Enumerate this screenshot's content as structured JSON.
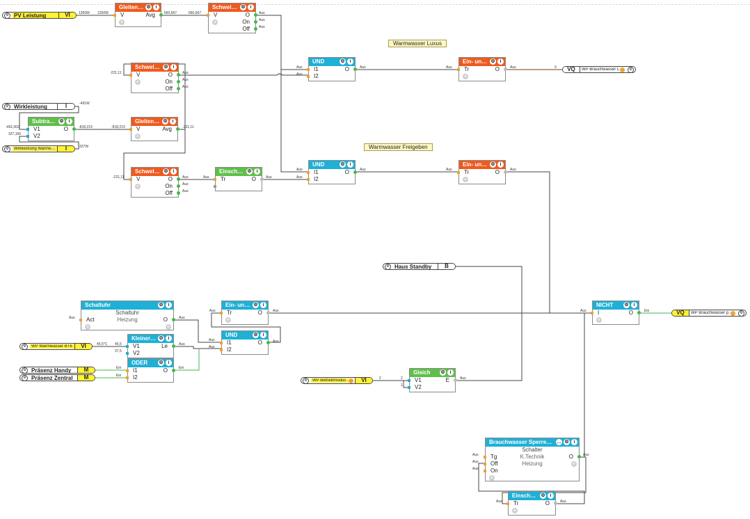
{
  "comments": {
    "luxus": "Warmwasser Luxus",
    "freigeben": "Warmwasser Freigeben"
  },
  "io": {
    "pv": {
      "label": "PV Leistung",
      "tag": "VI"
    },
    "wirk": {
      "label": "Wirkleistung",
      "tag": "I"
    },
    "wirk_wp": {
      "label": "Wirkleistung Warme…",
      "tag": "I"
    },
    "vq_luxus": {
      "tag": "VQ",
      "label": "WP Brauchwasser L…"
    },
    "standby": {
      "label": "Haus Standby",
      "tag": "B"
    },
    "wp_bt6": {
      "label": "WP Warmwasser BT6",
      "tag": "VI"
    },
    "handy": {
      "label": "Präsenz Handy",
      "tag": "M"
    },
    "zentral": {
      "label": "Präsenz Zentral",
      "tag": "M"
    },
    "betrieb": {
      "label": "WP Betriebmodus",
      "tag": "VI"
    },
    "vq_out": {
      "tag": "VQ",
      "label": "WP Brauchwasser p…"
    }
  },
  "blocks": {
    "gleiten1": {
      "title": "Gleiten…",
      "in": [
        "V"
      ],
      "out": [
        "Avg"
      ]
    },
    "schwel1": {
      "title": "Schwel…",
      "in": [
        "V"
      ],
      "out": [
        "O",
        "On",
        "Off"
      ]
    },
    "schwel2": {
      "title": "Schwel…",
      "in": [
        "V"
      ],
      "out": [
        "O",
        "On",
        "Off"
      ]
    },
    "subtra": {
      "title": "Subtra…",
      "in": [
        "V1",
        "V2"
      ],
      "out": [
        "O"
      ]
    },
    "gleiten2": {
      "title": "Gleiten…",
      "in": [
        "V"
      ],
      "out": [
        "Avg"
      ]
    },
    "schwel3": {
      "title": "Schwel…",
      "in": [
        "V"
      ],
      "out": [
        "O",
        "On",
        "Off"
      ]
    },
    "einsch1": {
      "title": "Einsch…",
      "in": [
        "Tr"
      ],
      "out": [
        "O"
      ]
    },
    "und1": {
      "title": "UND",
      "in": [
        "I1",
        "I2"
      ],
      "out": [
        "O"
      ]
    },
    "und2": {
      "title": "UND",
      "in": [
        "I1",
        "I2"
      ],
      "out": [
        "O"
      ]
    },
    "einun1": {
      "title": "Ein- un…",
      "in": [
        "Tr"
      ],
      "out": [
        "O"
      ]
    },
    "einun2": {
      "title": "Ein- un…",
      "in": [
        "Tr"
      ],
      "out": [
        "O"
      ]
    },
    "schaltuhr": {
      "title": "Schaltuhr",
      "sub1": "Schaltuhr",
      "sub2": "Heizung",
      "in": [
        "Act"
      ],
      "out": [
        "O"
      ]
    },
    "einun3": {
      "title": "Ein- un…",
      "in": [
        "Tr"
      ],
      "out": [
        "O"
      ]
    },
    "und3": {
      "title": "UND",
      "in": [
        "I1",
        "I2"
      ],
      "out": [
        "O"
      ]
    },
    "kleiner": {
      "title": "Kleiner…",
      "in": [
        "V1",
        "V2"
      ],
      "out": [
        "Le"
      ]
    },
    "oder": {
      "title": "ODER",
      "in": [
        "I1",
        "I2"
      ],
      "out": [
        "O"
      ]
    },
    "nicht": {
      "title": "NICHT",
      "in": [
        "I"
      ],
      "out": [
        "O"
      ]
    },
    "gleich": {
      "title": "Gleich",
      "in": [
        "V1",
        "V2"
      ],
      "out": [
        "E"
      ]
    },
    "brauch": {
      "title": "Brauchwasser Sperre…",
      "sub1": "Schalter",
      "sub2": "K.Technik",
      "sub3": "Heizung",
      "in": [
        "Tg",
        "Off",
        "On"
      ],
      "out": [
        "O"
      ]
    },
    "einsch2": {
      "title": "Einsch…",
      "in": [
        "Tr"
      ],
      "out": [
        "O"
      ]
    }
  },
  "wire_labels": {
    "aus": "Aus",
    "ein": "Ein",
    "w1": "1260W",
    "w2": "1260W",
    "w3": "660,667",
    "w4": "660,667",
    "w5": "-221,11",
    "w6": "-491W",
    "w7": "-491,062",
    "w8": "327,156",
    "w9": "-818,219",
    "w10": "-818,219",
    "w11": "-221,11",
    "w12": "327W",
    "w13": "-221,11",
    "w14": "0",
    "w15": "45,5°C",
    "w16": "45,5",
    "w17": "37,5",
    "w18": "2",
    "w19": "2",
    "w20": "1"
  },
  "colors": {
    "logic_orange": "#ee5a1f",
    "logic_blue": "#1fb0d6",
    "logic_green": "#5fbf4a",
    "io_yellow": "#fff230",
    "wire": "#444444",
    "wire_active": "#46b848"
  }
}
